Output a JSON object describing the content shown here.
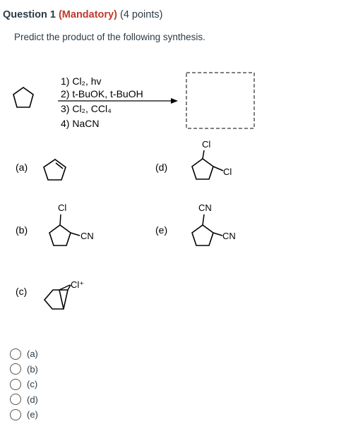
{
  "question": {
    "number": "Question 1",
    "mandatory": "(Mandatory)",
    "points": "(4 points)",
    "prompt": "Predict the product of the following synthesis."
  },
  "reaction": {
    "steps": [
      "1) Cl₂, hv",
      "2) t-BuOK, t-BuOH",
      "3) Cl₂, CCl₄",
      "4) NaCN"
    ]
  },
  "choices": {
    "a": {
      "label": "(a)"
    },
    "b": {
      "label": "(b)",
      "substituents": [
        "Cl",
        "CN"
      ]
    },
    "c": {
      "label": "(c)",
      "substituents": [
        "Cl⁺"
      ]
    },
    "d": {
      "label": "(d)",
      "substituents": [
        "Cl",
        "Cl"
      ]
    },
    "e": {
      "label": "(e)",
      "substituents": [
        "CN",
        "CN"
      ]
    }
  },
  "options": [
    {
      "label": "(a)",
      "selected": false
    },
    {
      "label": "(b)",
      "selected": false
    },
    {
      "label": "(c)",
      "selected": false
    },
    {
      "label": "(d)",
      "selected": false
    },
    {
      "label": "(e)",
      "selected": false
    }
  ]
}
